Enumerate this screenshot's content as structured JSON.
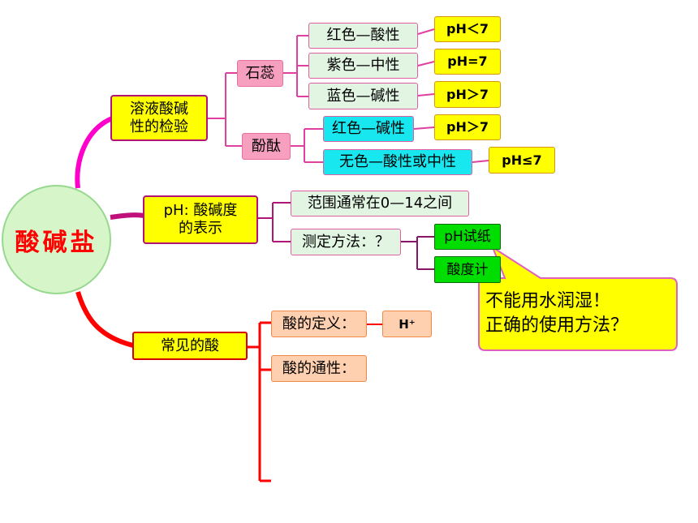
{
  "title": "酸碱盐",
  "branch1": {
    "label": "溶液酸碱\n性的检验",
    "shirui": {
      "label": "石蕊",
      "items": [
        {
          "label": "红色—酸性",
          "ph": "pH＜7"
        },
        {
          "label": "紫色—中性",
          "ph": "pH=7"
        },
        {
          "label": "蓝色—碱性",
          "ph": "pH＞7"
        }
      ]
    },
    "fenzhi": {
      "label": "酚酞",
      "items": [
        {
          "label": "红色—碱性",
          "ph": "pH＞7"
        },
        {
          "label": "无色—酸性或中性",
          "ph": "pH≤7"
        }
      ]
    }
  },
  "branch2": {
    "label": "pH: 酸碱度\n的表示",
    "range": "范围通常在0—14之间",
    "method": "测定方法：？",
    "tools": [
      "pH试纸",
      "酸度计"
    ]
  },
  "callout": {
    "line1": "不能用水润湿！",
    "line2": "正确的使用方法？"
  },
  "branch3": {
    "label": "常见的酸",
    "definition": "酸的定义：",
    "definition_value": "H⁺",
    "common": "酸的通性："
  }
}
